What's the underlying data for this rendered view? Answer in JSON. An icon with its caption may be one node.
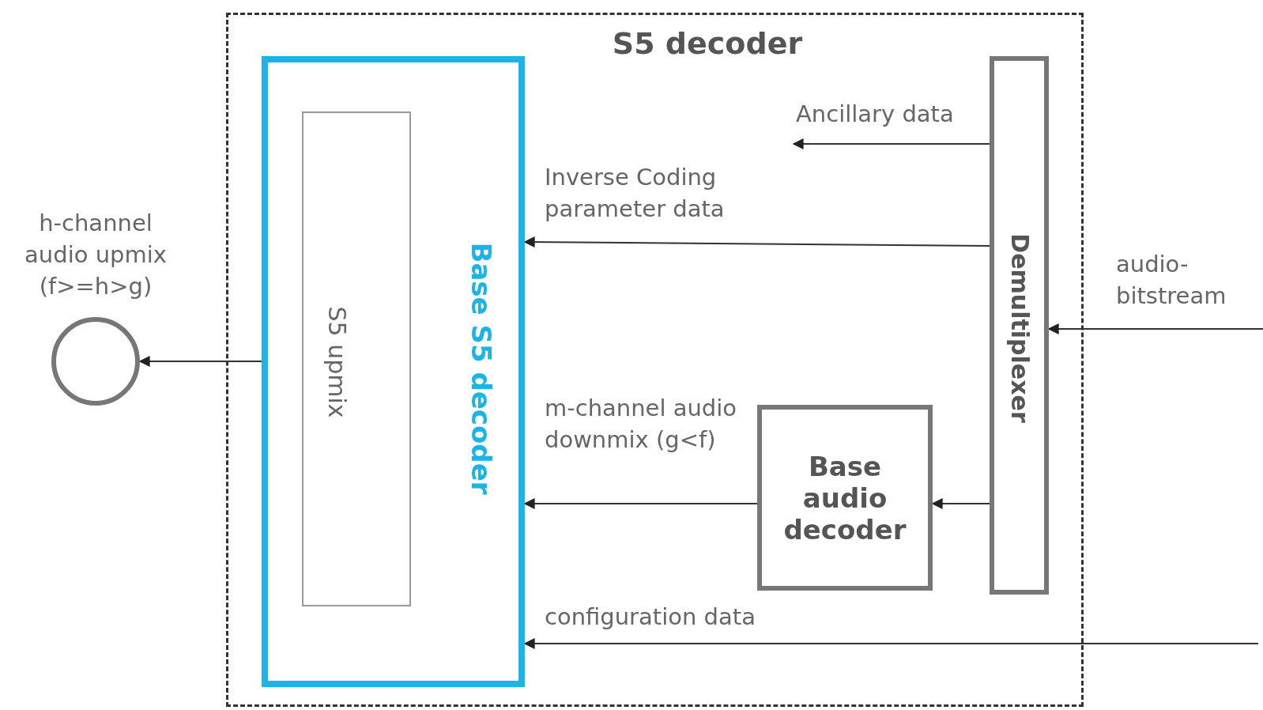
{
  "diagram": {
    "nodes": [
      {
        "text": [
          "S5 decoder"
        ]
      },
      {
        "text": [
          "Base S5 decoder"
        ],
        "in": 0
      },
      {
        "text": [
          "S5 upmix"
        ],
        "in": 1
      },
      {
        "text": [
          "Demultiplexer"
        ],
        "in": 0
      },
      {
        "text": [
          "Base audio decoder"
        ],
        "in": 0
      },
      {
        "text": [],
        "shape": "circle",
        "beside": [
          "h-channel audio upmix (f>=h>g)"
        ]
      }
    ],
    "edges": [
      {
        "from": 3,
        "to": null,
        "arrow": "to",
        "label": "Ancillary data"
      },
      {
        "from": 3,
        "to": 1,
        "arrow": "to",
        "label": "Inverse Coding parameter data"
      },
      {
        "from": 3,
        "to": 4,
        "arrow": "to"
      },
      {
        "from": 4,
        "to": 1,
        "arrow": "to",
        "label": "m-channel audio downmix (g<f)"
      },
      {
        "from": null,
        "to": 1,
        "arrow": "to",
        "label": "configuration data"
      },
      {
        "from": null,
        "to": 3,
        "arrow": "to",
        "label": "audio-bitstream"
      },
      {
        "from": 1,
        "to": 5,
        "arrow": "to"
      }
    ]
  }
}
